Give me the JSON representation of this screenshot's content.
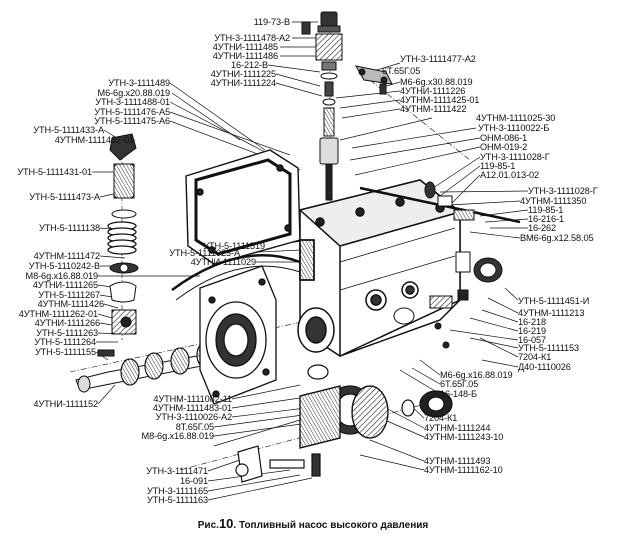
{
  "caption": {
    "prefix": "Рис.",
    "number": "10",
    "text": ". Топливный насос высокого давления"
  },
  "labels": {
    "l1": "119-73-В",
    "l2": "УТН-3-1111478-А2",
    "l3": "4УТНИ-1111485",
    "l4": "4УТНИ-1111486",
    "l5": "16-212-В",
    "l6": "4УТНИ-1111225",
    "l7": "4УТНИ-1111224",
    "l8": "УТН-3-1111489",
    "l9": "М6-6g.x20.88.019",
    "l10": "УТН-3-1111488-01",
    "l11": "УТН-5-1111476-А5",
    "l12": "УТН-5-1111475-А6",
    "l13": "УТН-5-1111433-А",
    "l14": "4УТНМ-1111432-01",
    "l15": "УТН-5-1111431-01",
    "l16": "УТН-5-1111473-А",
    "l17": "УТН-5-1111138",
    "l18": "4УТНМ-1111472",
    "l19": "УТН-5-1110242-В",
    "l20": "М8-6g.x16.88.019",
    "l21": "4УТНИ-1111265",
    "l22": "УТН-5-1111267",
    "l23": "4УТНМ-1111426",
    "l24": "4УТНМ-1111262-01",
    "l25": "4УТНИ-1111266",
    "l26": "УТН-5-1111263",
    "l27": "УТН-5-1111264",
    "l28": "УТН-5-1111155",
    "l29": "4УТНИ-1111152",
    "l30": "УТН-5-1111519",
    "l31": "УТН-5-1111023-А",
    "l32": "4УТНИ-1111029",
    "l33": "УТН-3-1111477-А2",
    "l34": "6Т.65Г.05",
    "l35": "М6-6g.x30.88.019",
    "l36": "4УТНИ-1111226",
    "l37": "4УТНМ-1111425-01",
    "l38": "4УТНМ-1111422",
    "l39": "4УТНМ-1111025-30",
    "l40": "УТН-3-1110022-Б",
    "l41": "ОНМ-086-1",
    "l42": "ОНМ-019-2",
    "l43": "УТН-3-1111028-Г",
    "l44": "119-85-1",
    "l45": "А12.01.013-02",
    "l46": "УТН-3-1111028-Г",
    "l47": "4УТНМ-1111350",
    "l48": "119-85-1",
    "l49": "16-216-1",
    "l50": "16-262",
    "l51": "ВМ6-6g.x12.58.05",
    "l52": "УТН-5-1111451-И",
    "l53": "4УТНМ-1111213",
    "l54": "16-218",
    "l55": "16-219",
    "l56": "16-057",
    "l57": "УТН-5-1111153",
    "l58": "7204-К1",
    "l59": "Д40-1110026",
    "l60": "М6-6g.x16.88.019",
    "l61": "6Т.65Г.05",
    "l62": "16-148-Б",
    "l63": "4УТНМ-1111082-11",
    "l64": "4УТНМ-1111483-01",
    "l65": "УТН-3-1110026-А2",
    "l66": "8Т.65Г.05",
    "l67": "М8-6g.x16.88.019",
    "l68": "7204-К1",
    "l69": "4УТНМ-1111244",
    "l70": "4УТНМ-1111243-10",
    "l71": "УТН-3-1111471",
    "l72": "16-091",
    "l73": "УТН-3-1111165",
    "l74": "УТН-5-1111163",
    "l75": "4УТНМ-1111493",
    "l76": "4УТНМ-1111162-10"
  }
}
